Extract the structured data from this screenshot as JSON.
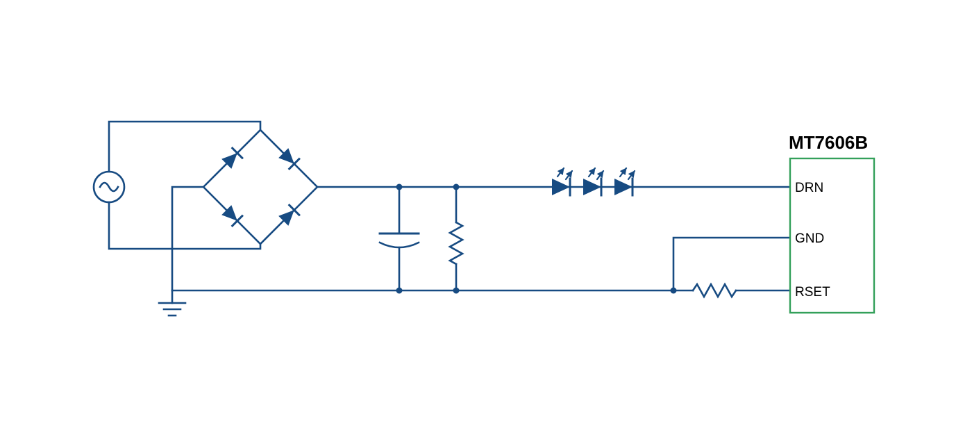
{
  "diagram": {
    "ic_title": "MT7606B",
    "pins": {
      "drn": "DRN",
      "gnd": "GND",
      "rset": "RSET"
    },
    "components": [
      "ac-voltage-source",
      "bridge-rectifier",
      "filter-capacitor",
      "parallel-resistor",
      "led-string-x3",
      "rset-resistor",
      "ground-symbol"
    ],
    "colors": {
      "circuit_blue": "#174B82",
      "ic_border_green": "#33A05A",
      "label_black": "#000000",
      "background": "#FFFFFF"
    }
  }
}
